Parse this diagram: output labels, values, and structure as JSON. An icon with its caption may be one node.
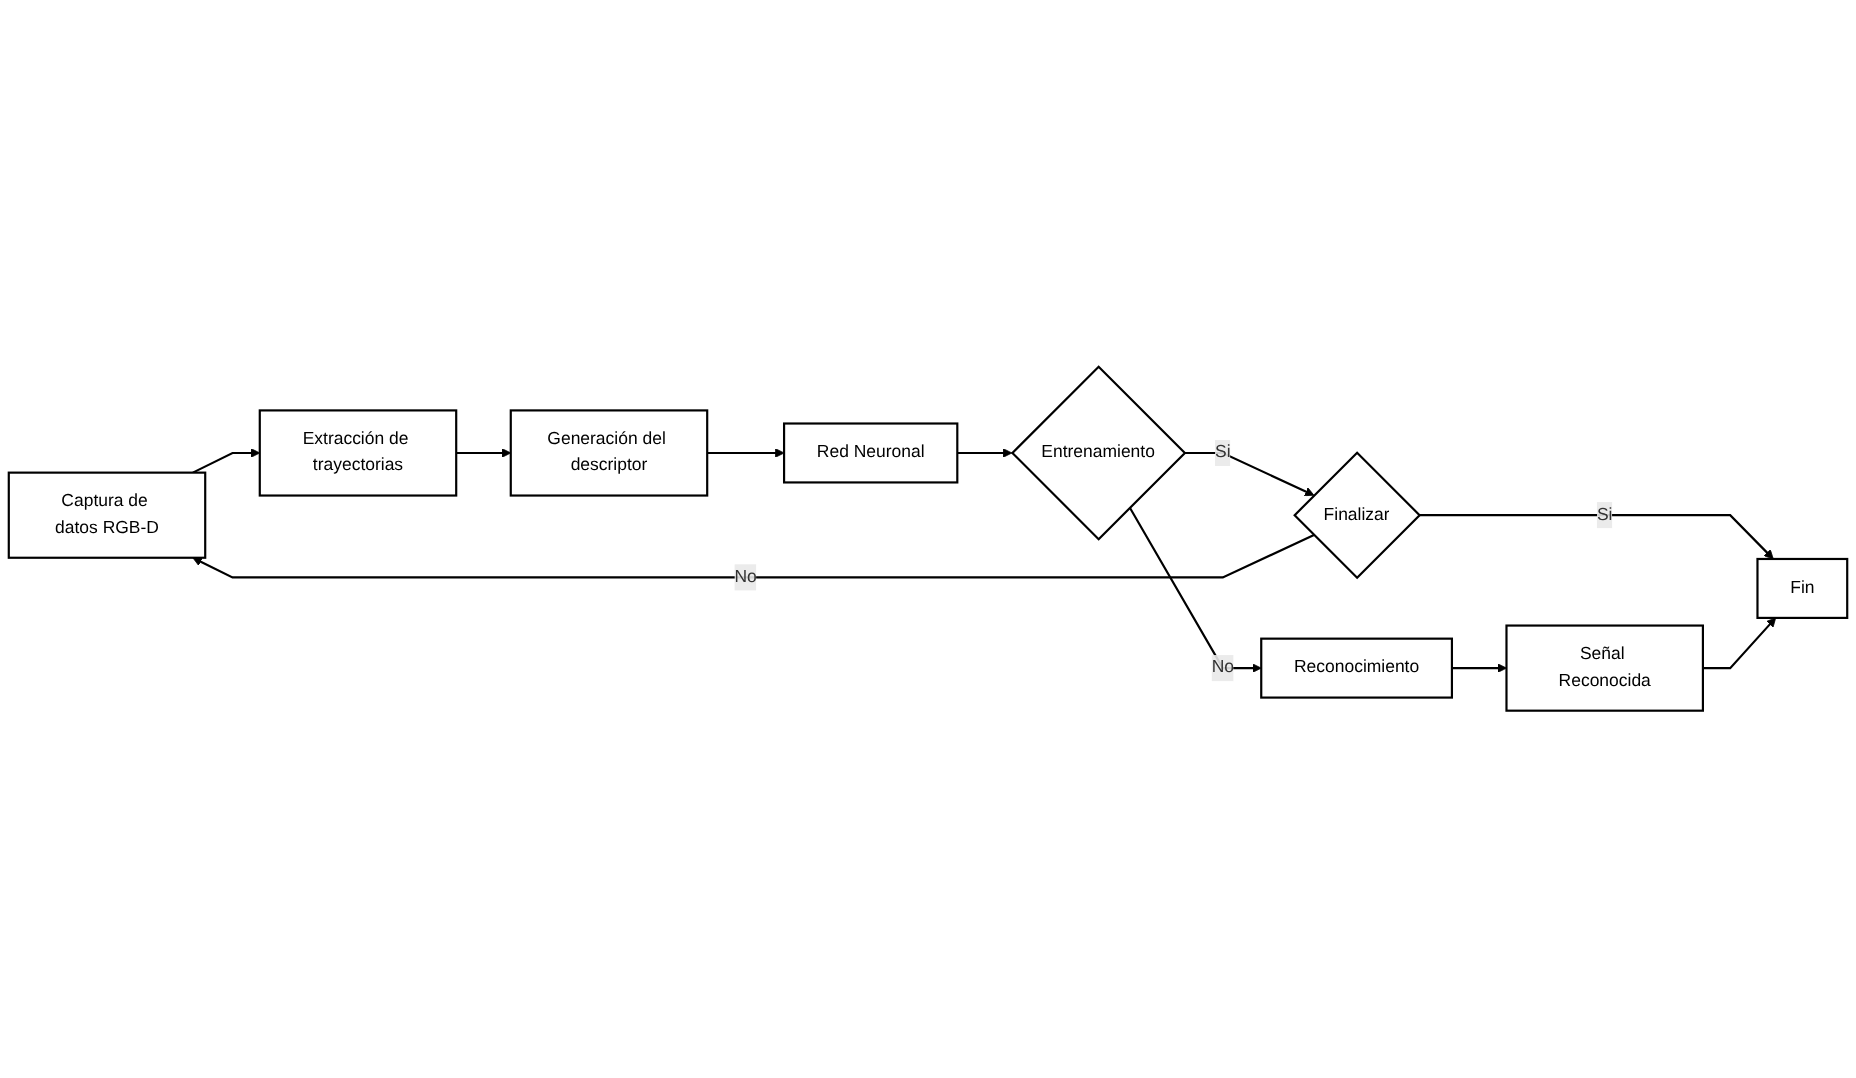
{
  "diagram": {
    "nodes": [
      {
        "text": [
          "Captura de datos RGB-D"
        ]
      },
      {
        "text": [
          "Extracción de trayectorias"
        ]
      },
      {
        "text": [
          "Generación del descriptor"
        ]
      },
      {
        "text": [
          "Red Neuronal"
        ]
      },
      {
        "text": [
          "Entrenamiento"
        ]
      },
      {
        "text": [
          "Finalizar"
        ]
      },
      {
        "text": [
          "Fin"
        ]
      },
      {
        "text": [
          "Señal Reconocida"
        ]
      },
      {
        "text": [
          "Reconocimiento"
        ]
      }
    ],
    "edges": [
      {
        "from": 0,
        "to": 1,
        "arrow": "to"
      },
      {
        "from": 1,
        "to": 2,
        "arrow": "to"
      },
      {
        "from": 2,
        "to": 3,
        "arrow": "to"
      },
      {
        "from": 3,
        "to": 4,
        "arrow": "to"
      },
      {
        "from": 4,
        "to": 5,
        "label": "Si",
        "arrow": "to"
      },
      {
        "from": 5,
        "to": 0,
        "label": "No",
        "arrow": "to"
      },
      {
        "from": 5,
        "to": 6,
        "label": "Si",
        "arrow": "to"
      },
      {
        "from": 4,
        "to": 8,
        "label": "No",
        "arrow": "to"
      },
      {
        "from": 8,
        "to": 7,
        "arrow": "to"
      },
      {
        "from": 7,
        "to": 6,
        "arrow": "to"
      }
    ]
  }
}
